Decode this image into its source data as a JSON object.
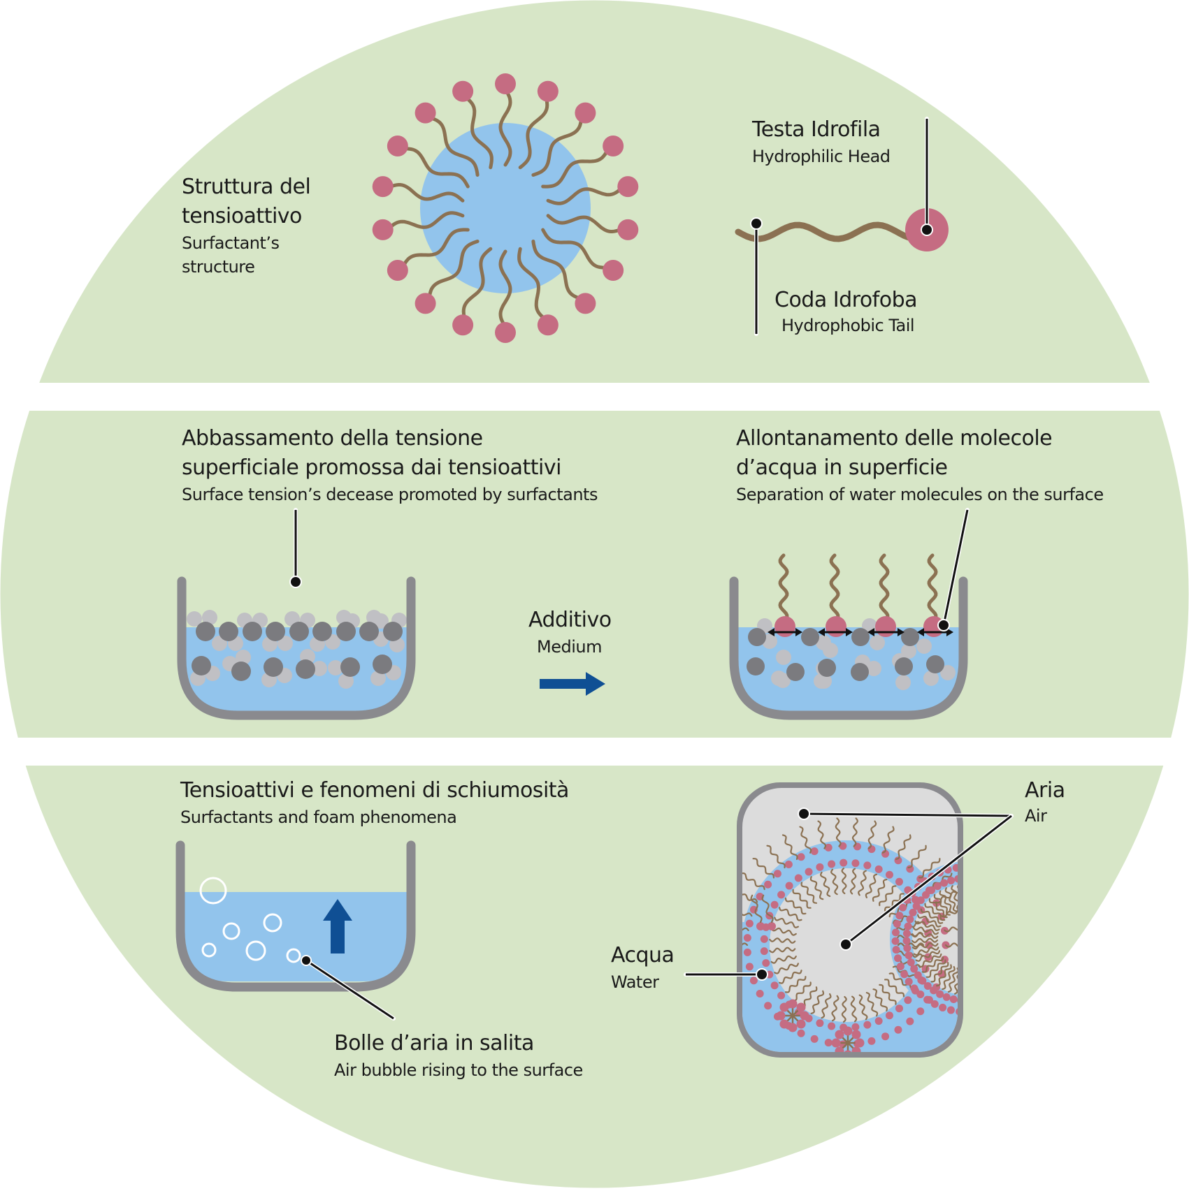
{
  "colors": {
    "background_disc": "#d7e6c7",
    "water": "#92c4ec",
    "air": "#dcdcdc",
    "container": "#8a8a8e",
    "head": "#c56c82",
    "tail": "#8b7152",
    "molecule_dark": "#7b7b7f",
    "molecule_light": "#c0c0c4",
    "arrow": "#0f4f94",
    "leader": "#111111"
  },
  "panel1": {
    "title_it_line1": "Struttura del",
    "title_it_line2": "tensioattivo",
    "title_en_line1": "Surfactant’s",
    "title_en_line2": "structure",
    "head_label_it": "Testa Idrofila",
    "head_label_en": "Hydrophilic Head",
    "tail_label_it": "Coda Idrofoba",
    "tail_label_en": "Hydrophobic Tail"
  },
  "panel2": {
    "left_title_it_line1": "Abbassamento della tensione",
    "left_title_it_line2": "superficiale promossa dai tensioattivi",
    "left_title_en": "Surface tension’s decease promoted by surfactants",
    "arrow_label_it": "Additivo",
    "arrow_label_en": "Medium",
    "right_title_it_line1": "Allontanamento delle molecole",
    "right_title_it_line2": "d’acqua in superficie",
    "right_title_en": "Separation of water molecules on the surface"
  },
  "panel3": {
    "title_it": "Tensioattivi e fenomeni di schiumosità",
    "title_en": "Surfactants and foam phenomena",
    "bubbles_label_it": "Bolle d’aria in salita",
    "bubbles_label_en": "Air bubble rising to the surface",
    "air_label_it": "Aria",
    "air_label_en": "Air",
    "water_label_it": "Acqua",
    "water_label_en": "Water"
  }
}
